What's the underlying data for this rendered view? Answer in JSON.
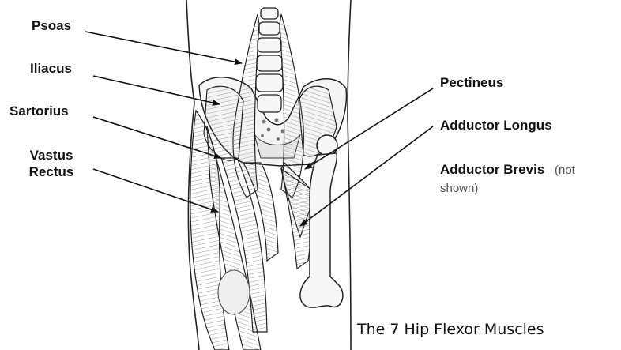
{
  "labels": {
    "psoas": "Psoas",
    "iliacus": "Iliacus",
    "sartorius": "Sartorius",
    "vastus_line1": "Vastus",
    "vastus_line2": "Rectus",
    "pectineus": "Pectineus",
    "adductor_longus": "Adductor Longus",
    "adductor_brevis": "Adductor Brevis",
    "adductor_brevis_note_1": "(not",
    "adductor_brevis_note_2": "shown)"
  },
  "caption": "The 7 Hip Flexor Muscles"
}
